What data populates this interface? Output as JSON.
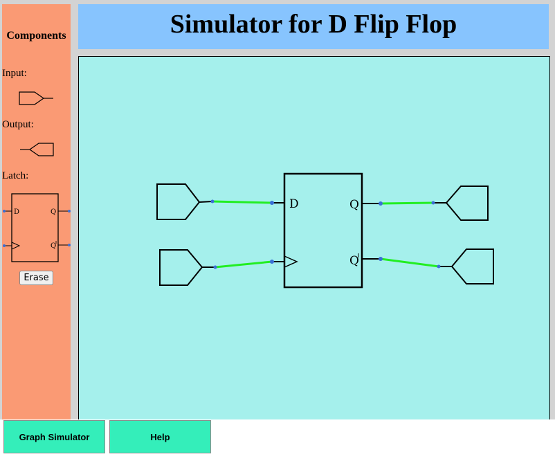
{
  "header": {
    "title": "Simulator for D Flip Flop"
  },
  "sidebar": {
    "heading": "Components",
    "input_label": "Input:",
    "output_label": "Output:",
    "latch_label": "Latch:",
    "latch_pin_d": "D",
    "latch_pin_q": "Q",
    "latch_pin_qbar": "Q",
    "erase_label": "Erase"
  },
  "canvas": {
    "flipflop": {
      "pin_d": "D",
      "pin_q": "Q",
      "pin_qbar": "Q"
    }
  },
  "footer": {
    "tabs": [
      "Graph Simulator",
      "Help"
    ]
  },
  "colors": {
    "sidebar": "#fa9a74",
    "header": "#87c4fe",
    "canvas": "#a5f0ec",
    "tab": "#34eeba",
    "wire": "#22ee22",
    "connector": "#3a6fd6"
  }
}
